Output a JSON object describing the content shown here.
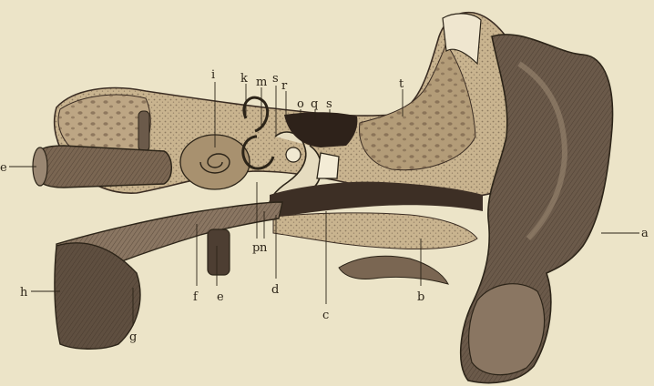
{
  "figure": {
    "colors": {
      "paper": "#ece4c8",
      "ink": "#2c2418",
      "bone": "#c9b48f",
      "bone_dark": "#8c7558",
      "flesh": "#6b5a4a",
      "flesh_light": "#9a8772",
      "cavity": "#3a2c22"
    },
    "labels": {
      "a": "a",
      "b": "b",
      "c": "c",
      "d": "d",
      "e": "e",
      "e2": "e",
      "f": "f",
      "g": "g",
      "h": "h",
      "i": "i",
      "k": "k",
      "m": "m",
      "n": "n",
      "o": "o",
      "p": "p",
      "q": "q",
      "r": "r",
      "s": "s",
      "s2": "s",
      "t": "t"
    }
  }
}
